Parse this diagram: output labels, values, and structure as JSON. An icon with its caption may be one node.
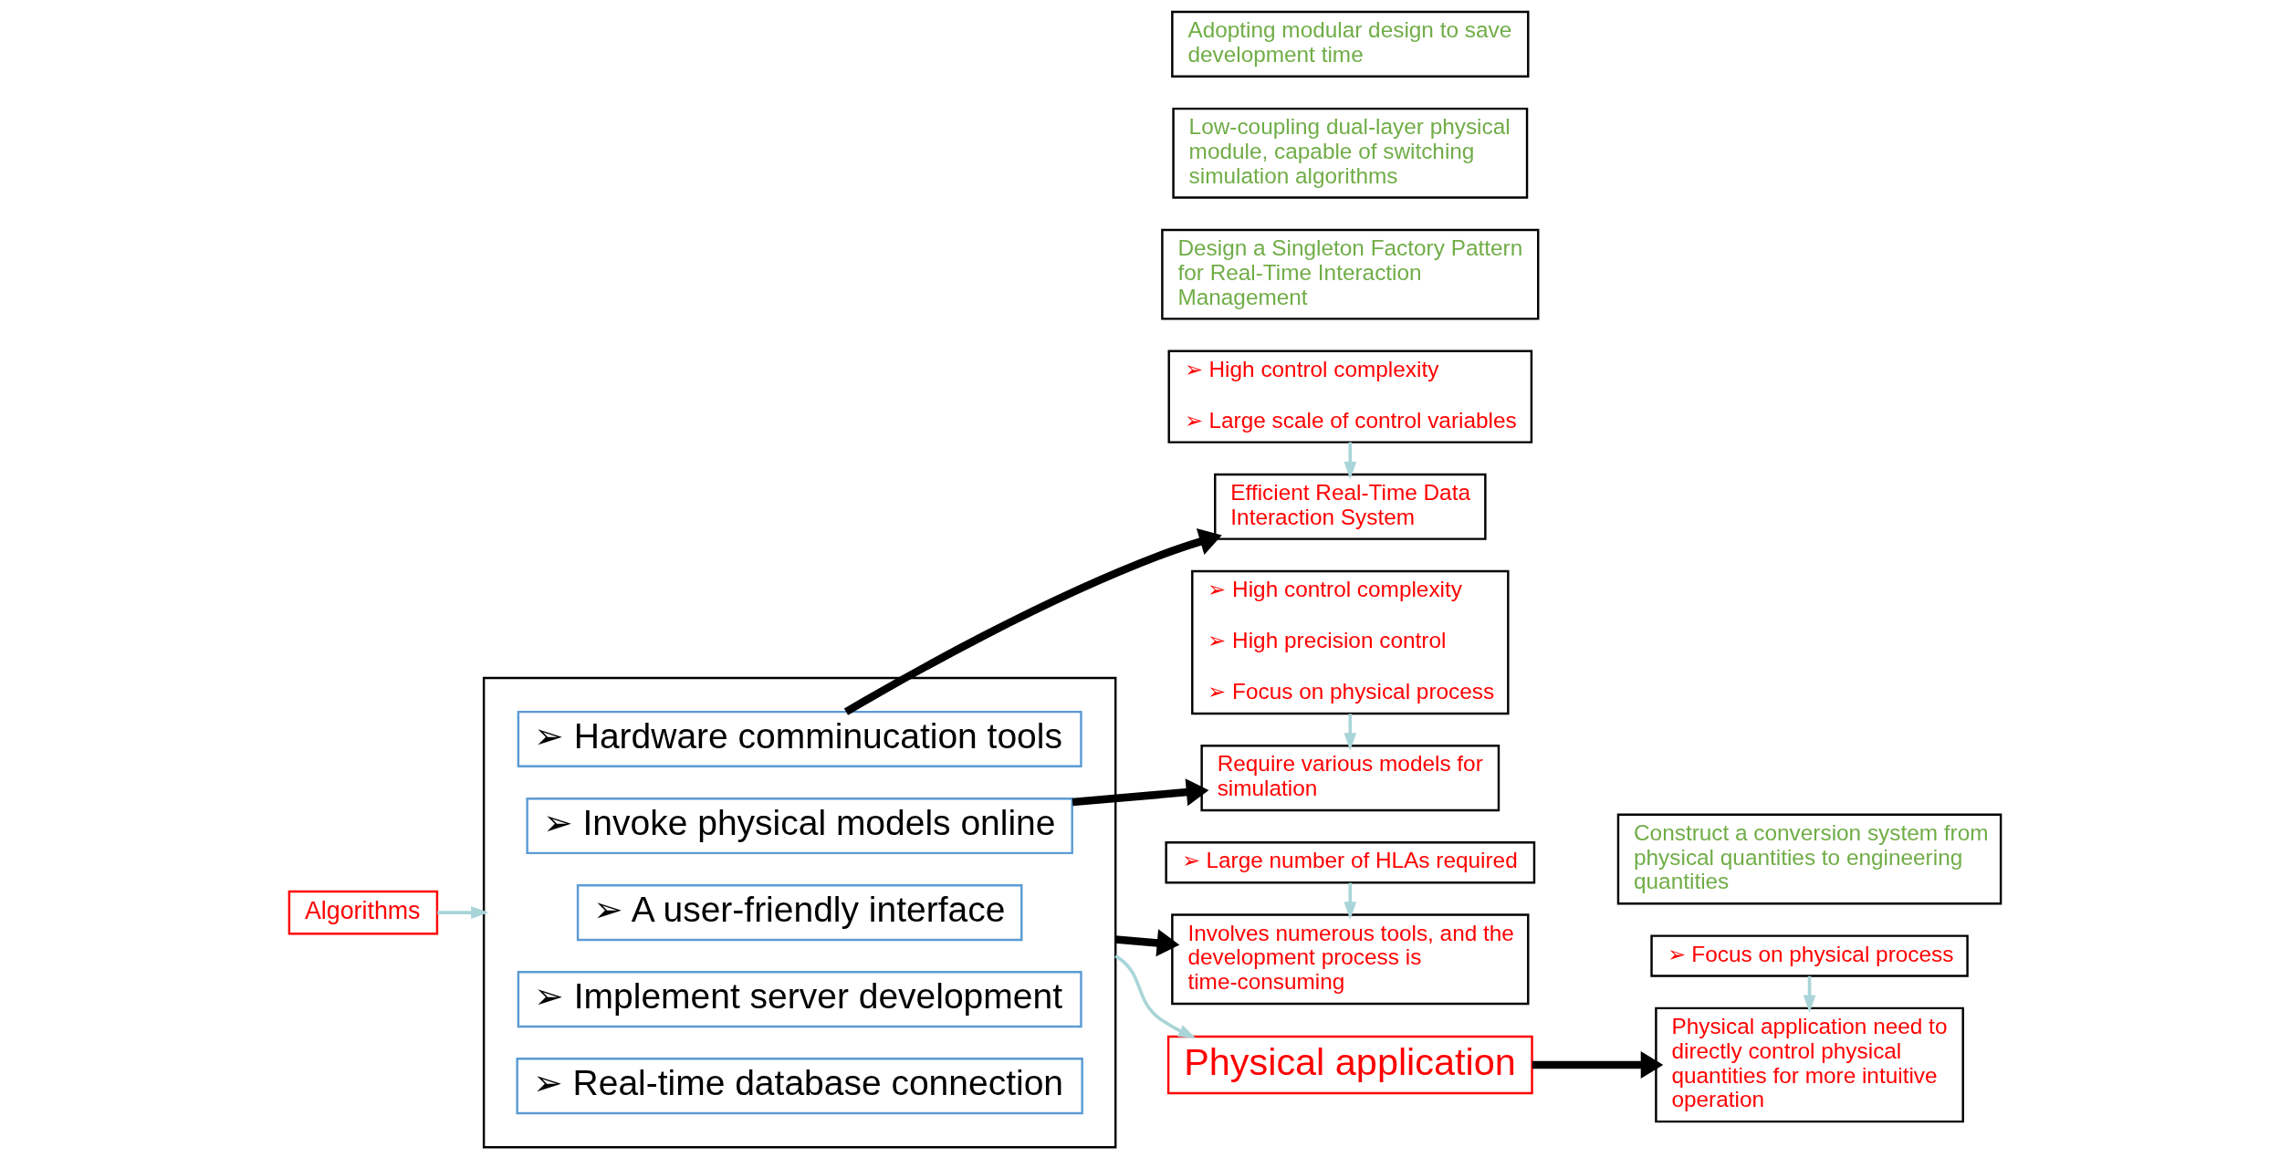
{
  "diagram": {
    "nodes": [
      {
        "text": [
          "➢ High control complexity",
          "➢ Large scale of control variables"
        ]
      },
      {
        "text": [
          "Efficient Real-Time Data Interaction System"
        ]
      },
      {
        "text": [
          "Design a Singleton Factory Pattern for Real-Time Interaction Management"
        ]
      },
      {
        "text": [
          "Algorithms"
        ]
      },
      {
        "text": [],
        "shape": "box"
      },
      {
        "text": [
          "➢ Hardware comminucation tools"
        ],
        "in": 4
      },
      {
        "text": [
          "➢ Invoke physical models online"
        ],
        "in": 4
      },
      {
        "text": [
          "➢ A user-friendly interface"
        ],
        "in": 4
      },
      {
        "text": [
          "➢ Implement server development"
        ],
        "in": 4
      },
      {
        "text": [
          "➢ Real-time database connection"
        ],
        "in": 4
      },
      {
        "text": [
          "➢ High control complexity",
          "➢ High precision control",
          "➢ Focus on physical process"
        ]
      },
      {
        "text": [
          "Require various models for simulation"
        ]
      },
      {
        "text": [
          "Low-coupling dual-layer physical module, capable of switching simulation algorithms"
        ]
      },
      {
        "text": [
          "Physical application"
        ]
      },
      {
        "text": [
          "➢ Focus on physical process"
        ]
      },
      {
        "text": [
          "Physical application need to directly control physical quantities for more intuitive operation"
        ]
      },
      {
        "text": [
          "Construct a conversion system from physical quantities to engineering quantities"
        ]
      },
      {
        "text": [
          "➢ Large number of HLAs required"
        ]
      },
      {
        "text": [
          "Involves numerous tools, and the development process is time-consuming"
        ]
      },
      {
        "text": [
          "Adopting modular design to save development time"
        ]
      }
    ],
    "edges": [
      {
        "from": 0,
        "to": 1,
        "arrow": "to"
      },
      {
        "from": 5,
        "to": 1,
        "arrow": "to",
        "style": "thick",
        "color": "#000000"
      },
      {
        "from": 3,
        "to": 4,
        "arrow": "to"
      },
      {
        "from": 10,
        "to": 11,
        "arrow": "to"
      },
      {
        "from": 6,
        "to": 11,
        "arrow": "to",
        "style": "thick",
        "color": "#000000"
      },
      {
        "from": 4,
        "to": 13,
        "arrow": "to"
      },
      {
        "from": 13,
        "to": 15,
        "arrow": "to",
        "style": "thick",
        "color": "#000000"
      },
      {
        "from": 14,
        "to": 15,
        "arrow": "to"
      },
      {
        "from": 17,
        "to": 18,
        "arrow": "to"
      },
      {
        "from": 4,
        "to": 18,
        "arrow": "to",
        "style": "thick",
        "color": "#000000"
      }
    ]
  }
}
